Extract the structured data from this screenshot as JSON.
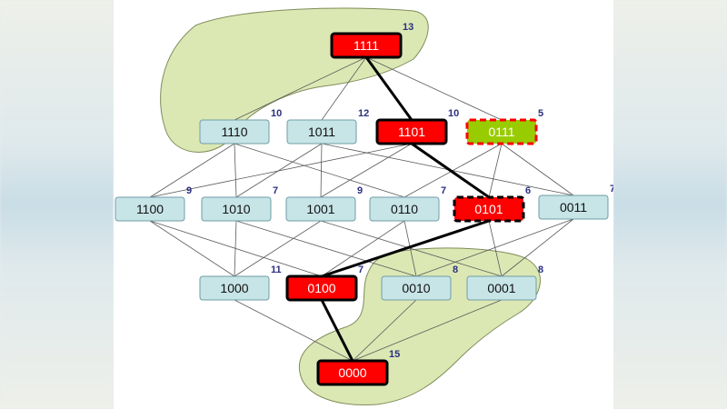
{
  "colors": {
    "page_bg": "#ffffff",
    "node_default": "#c7e4e7",
    "node_default_border": "#6f9ea6",
    "node_red": "#ff0000",
    "node_green": "#99cc00",
    "region_fill": "#dce8b4",
    "region_stroke": "#7f8c5a",
    "edge": "#5a5a5a",
    "path_edge": "#000000",
    "count_text": "#2b2f7f"
  },
  "nodes": [
    {
      "id": "1111",
      "label": "1111",
      "count": "13",
      "style": "red-bold"
    },
    {
      "id": "1110",
      "label": "1110",
      "count": "10",
      "style": "default"
    },
    {
      "id": "1011",
      "label": "1011",
      "count": "12",
      "style": "default"
    },
    {
      "id": "1101",
      "label": "1101",
      "count": "10",
      "style": "red-bold"
    },
    {
      "id": "0111",
      "label": "0111",
      "count": "5",
      "style": "green-dashed"
    },
    {
      "id": "1100",
      "label": "1100",
      "count": "9",
      "style": "default"
    },
    {
      "id": "1010",
      "label": "1010",
      "count": "7",
      "style": "default"
    },
    {
      "id": "1001",
      "label": "1001",
      "count": "9",
      "style": "default"
    },
    {
      "id": "0110",
      "label": "0110",
      "count": "7",
      "style": "default"
    },
    {
      "id": "0101",
      "label": "0101",
      "count": "6",
      "style": "red-dashed"
    },
    {
      "id": "0011",
      "label": "0011",
      "count": "7",
      "style": "default"
    },
    {
      "id": "1000",
      "label": "1000",
      "count": "11",
      "style": "default"
    },
    {
      "id": "0100",
      "label": "0100",
      "count": "7",
      "style": "red-bold"
    },
    {
      "id": "0010",
      "label": "0010",
      "count": "8",
      "style": "default"
    },
    {
      "id": "0001",
      "label": "0001",
      "count": "8",
      "style": "default"
    },
    {
      "id": "0000",
      "label": "0000",
      "count": "15",
      "style": "red-bold"
    }
  ],
  "edges": [
    [
      "1111",
      "1110"
    ],
    [
      "1111",
      "1011"
    ],
    [
      "1111",
      "0111"
    ],
    [
      "1110",
      "1100"
    ],
    [
      "1110",
      "1010"
    ],
    [
      "1110",
      "0110"
    ],
    [
      "1011",
      "1010"
    ],
    [
      "1011",
      "1001"
    ],
    [
      "1011",
      "0011"
    ],
    [
      "1101",
      "1100"
    ],
    [
      "1101",
      "1001"
    ],
    [
      "0111",
      "0110"
    ],
    [
      "0111",
      "0101"
    ],
    [
      "0111",
      "0011"
    ],
    [
      "1100",
      "1000"
    ],
    [
      "1100",
      "0100"
    ],
    [
      "1010",
      "1000"
    ],
    [
      "1010",
      "0010"
    ],
    [
      "1001",
      "1000"
    ],
    [
      "1001",
      "0001"
    ],
    [
      "0110",
      "0100"
    ],
    [
      "0110",
      "0010"
    ],
    [
      "0101",
      "0001"
    ],
    [
      "0011",
      "0010"
    ],
    [
      "0011",
      "0001"
    ],
    [
      "1000",
      "0000"
    ],
    [
      "0010",
      "0000"
    ],
    [
      "0001",
      "0000"
    ]
  ],
  "path_edges": [
    [
      "1111",
      "1101"
    ],
    [
      "1101",
      "0101"
    ],
    [
      "0101",
      "0100"
    ],
    [
      "0100",
      "0000"
    ]
  ]
}
